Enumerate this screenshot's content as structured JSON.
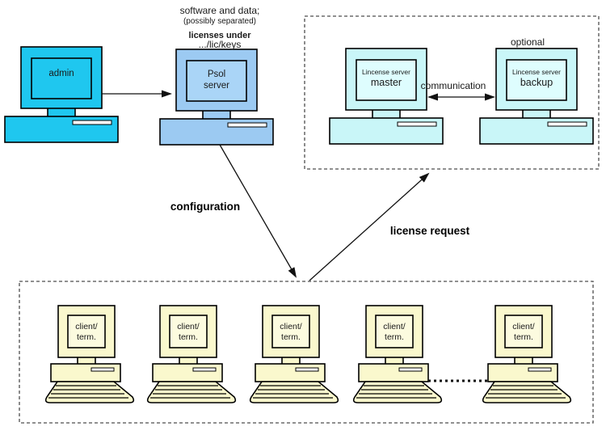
{
  "diagram": {
    "background": "#ffffff",
    "notes": {
      "software_line1": "software and data;",
      "software_line2": "(possibly separated)",
      "licenses_line1": "licenses under",
      "licenses_line2": ".../lic/keys",
      "optional": "optional"
    },
    "arrows": {
      "communication_label": "communication",
      "configuration_label": "configuration",
      "license_request_label": "license request"
    },
    "computers": {
      "admin": {
        "label": "admin"
      },
      "psol": {
        "line1": "Psol",
        "line2": "server"
      },
      "master": {
        "line1": "Lincense server",
        "line2": "master"
      },
      "backup": {
        "line1": "Lincense server",
        "line2": "backup"
      },
      "client": {
        "line1": "client/",
        "line2": "term."
      }
    },
    "colors": {
      "admin_body": "#1fc7ef",
      "admin_screen": "#1fc7ef",
      "psol_body": "#9ccaf2",
      "psol_screen": "#aad5f7",
      "ls_body": "#c9f6f8",
      "ls_screen": "#defdfe",
      "client_body": "#faf8cd",
      "client_screen": "#fcfbdf",
      "slot_fill": "#ffffff"
    }
  }
}
